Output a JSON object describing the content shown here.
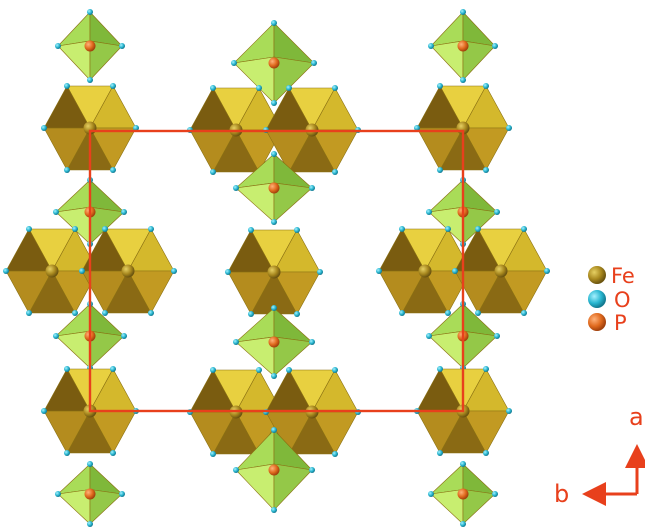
{
  "colors": {
    "fe": "#a8881e",
    "o": "#29b6d0",
    "p": "#e06a1e",
    "cell_edge": "#e8401c",
    "axis": "#e8401c",
    "text": "#e8401c"
  },
  "legend": {
    "items": [
      {
        "symbol": "Fe",
        "label": "Fe"
      },
      {
        "symbol": "O",
        "label": "O"
      },
      {
        "symbol": "P",
        "label": "P"
      }
    ]
  },
  "axes": {
    "a_label": "a",
    "b_label": "b"
  }
}
